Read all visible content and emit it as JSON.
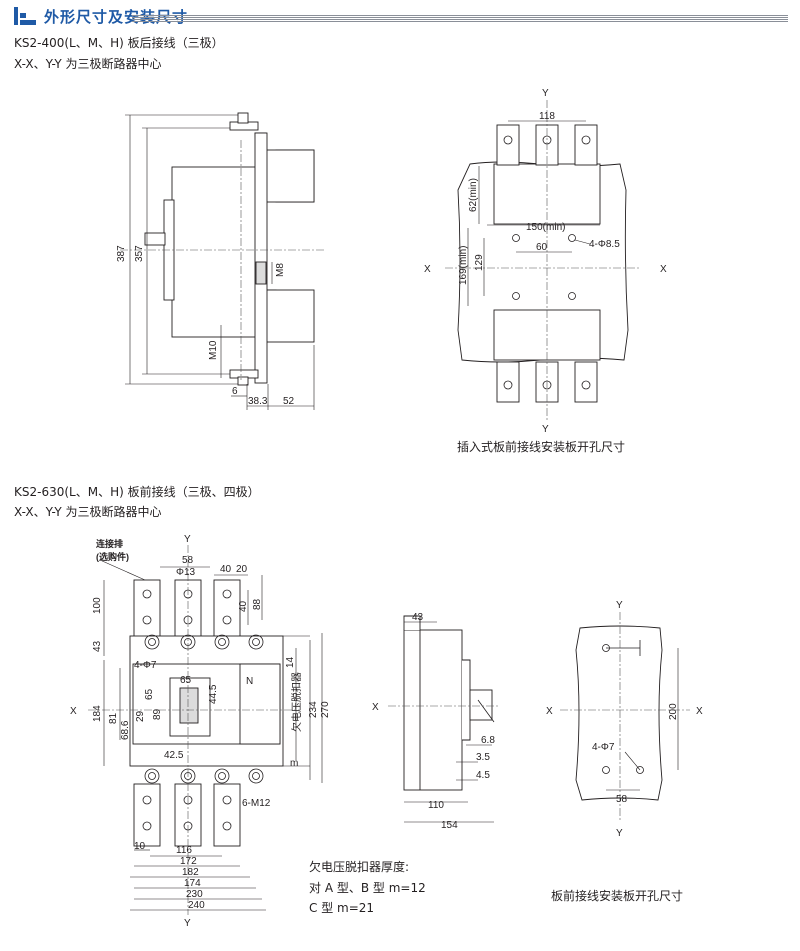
{
  "header": {
    "title": "外形尺寸及安装尺寸"
  },
  "section1": {
    "title": "KS2-400(L、M、H) 板后接线（三极）",
    "subtitle": "X-X、Y-Y 为三极断路器中心",
    "side_dims": {
      "h387": "387",
      "h357": "357",
      "m8": "M8",
      "m10": "M10",
      "d6": "6",
      "d38": "38.3",
      "d52": "52"
    },
    "front_dims": {
      "y_top": "Y",
      "y_bottom": "Y",
      "x_left": "X",
      "x_right": "X",
      "d118": "118",
      "d62": "62(min)",
      "d150": "150(min)",
      "d60": "60",
      "hole": "4-Φ8.5",
      "d169": "169(min)",
      "d129": "129"
    },
    "caption": "插入式板前接线安装板开孔尺寸"
  },
  "section2": {
    "title": "KS2-630(L、M、H) 板前接线（三极、四极）",
    "subtitle": "X-X、Y-Y 为三极断路器中心",
    "front_dims": {
      "connector": "连接排",
      "connector_note": "(选购件)",
      "y_top": "Y",
      "y_bottom": "Y",
      "x_left": "X",
      "d58": "58",
      "phi13": "Φ13",
      "d40a": "40",
      "d20": "20",
      "d40b": "40",
      "d88": "88",
      "d100": "100",
      "d43": "43",
      "hole": "4-Φ7",
      "d65a": "65",
      "d65b": "65",
      "d44": "44.5",
      "d14": "14",
      "n": "N",
      "d184": "184",
      "d81": "81",
      "d29": "29",
      "d89": "89",
      "d68": "68.6",
      "uv": "欠电压脱扣器",
      "d234": "234",
      "d270": "270",
      "d42": "42.5",
      "m": "m",
      "m12": "6-M12",
      "d10": "10",
      "d116": "116",
      "d172": "172",
      "d182": "182",
      "d174": "174",
      "d230": "230",
      "d240": "240"
    },
    "side_dims": {
      "x_left": "X",
      "d43": "43",
      "d68": "6.8",
      "d35": "3.5",
      "d45": "4.5",
      "d110": "110",
      "d154": "154"
    },
    "panel_dims": {
      "y_top": "Y",
      "y_bottom": "Y",
      "x_left": "X",
      "x_right": "X",
      "d200": "200",
      "hole": "4-Φ7",
      "d58": "58"
    },
    "note_title": "欠电压脱扣器厚度:",
    "note_a": "对 A 型、B 型 m=12",
    "note_c": "C 型 m=21",
    "caption": "板前接线安装板开孔尺寸"
  }
}
